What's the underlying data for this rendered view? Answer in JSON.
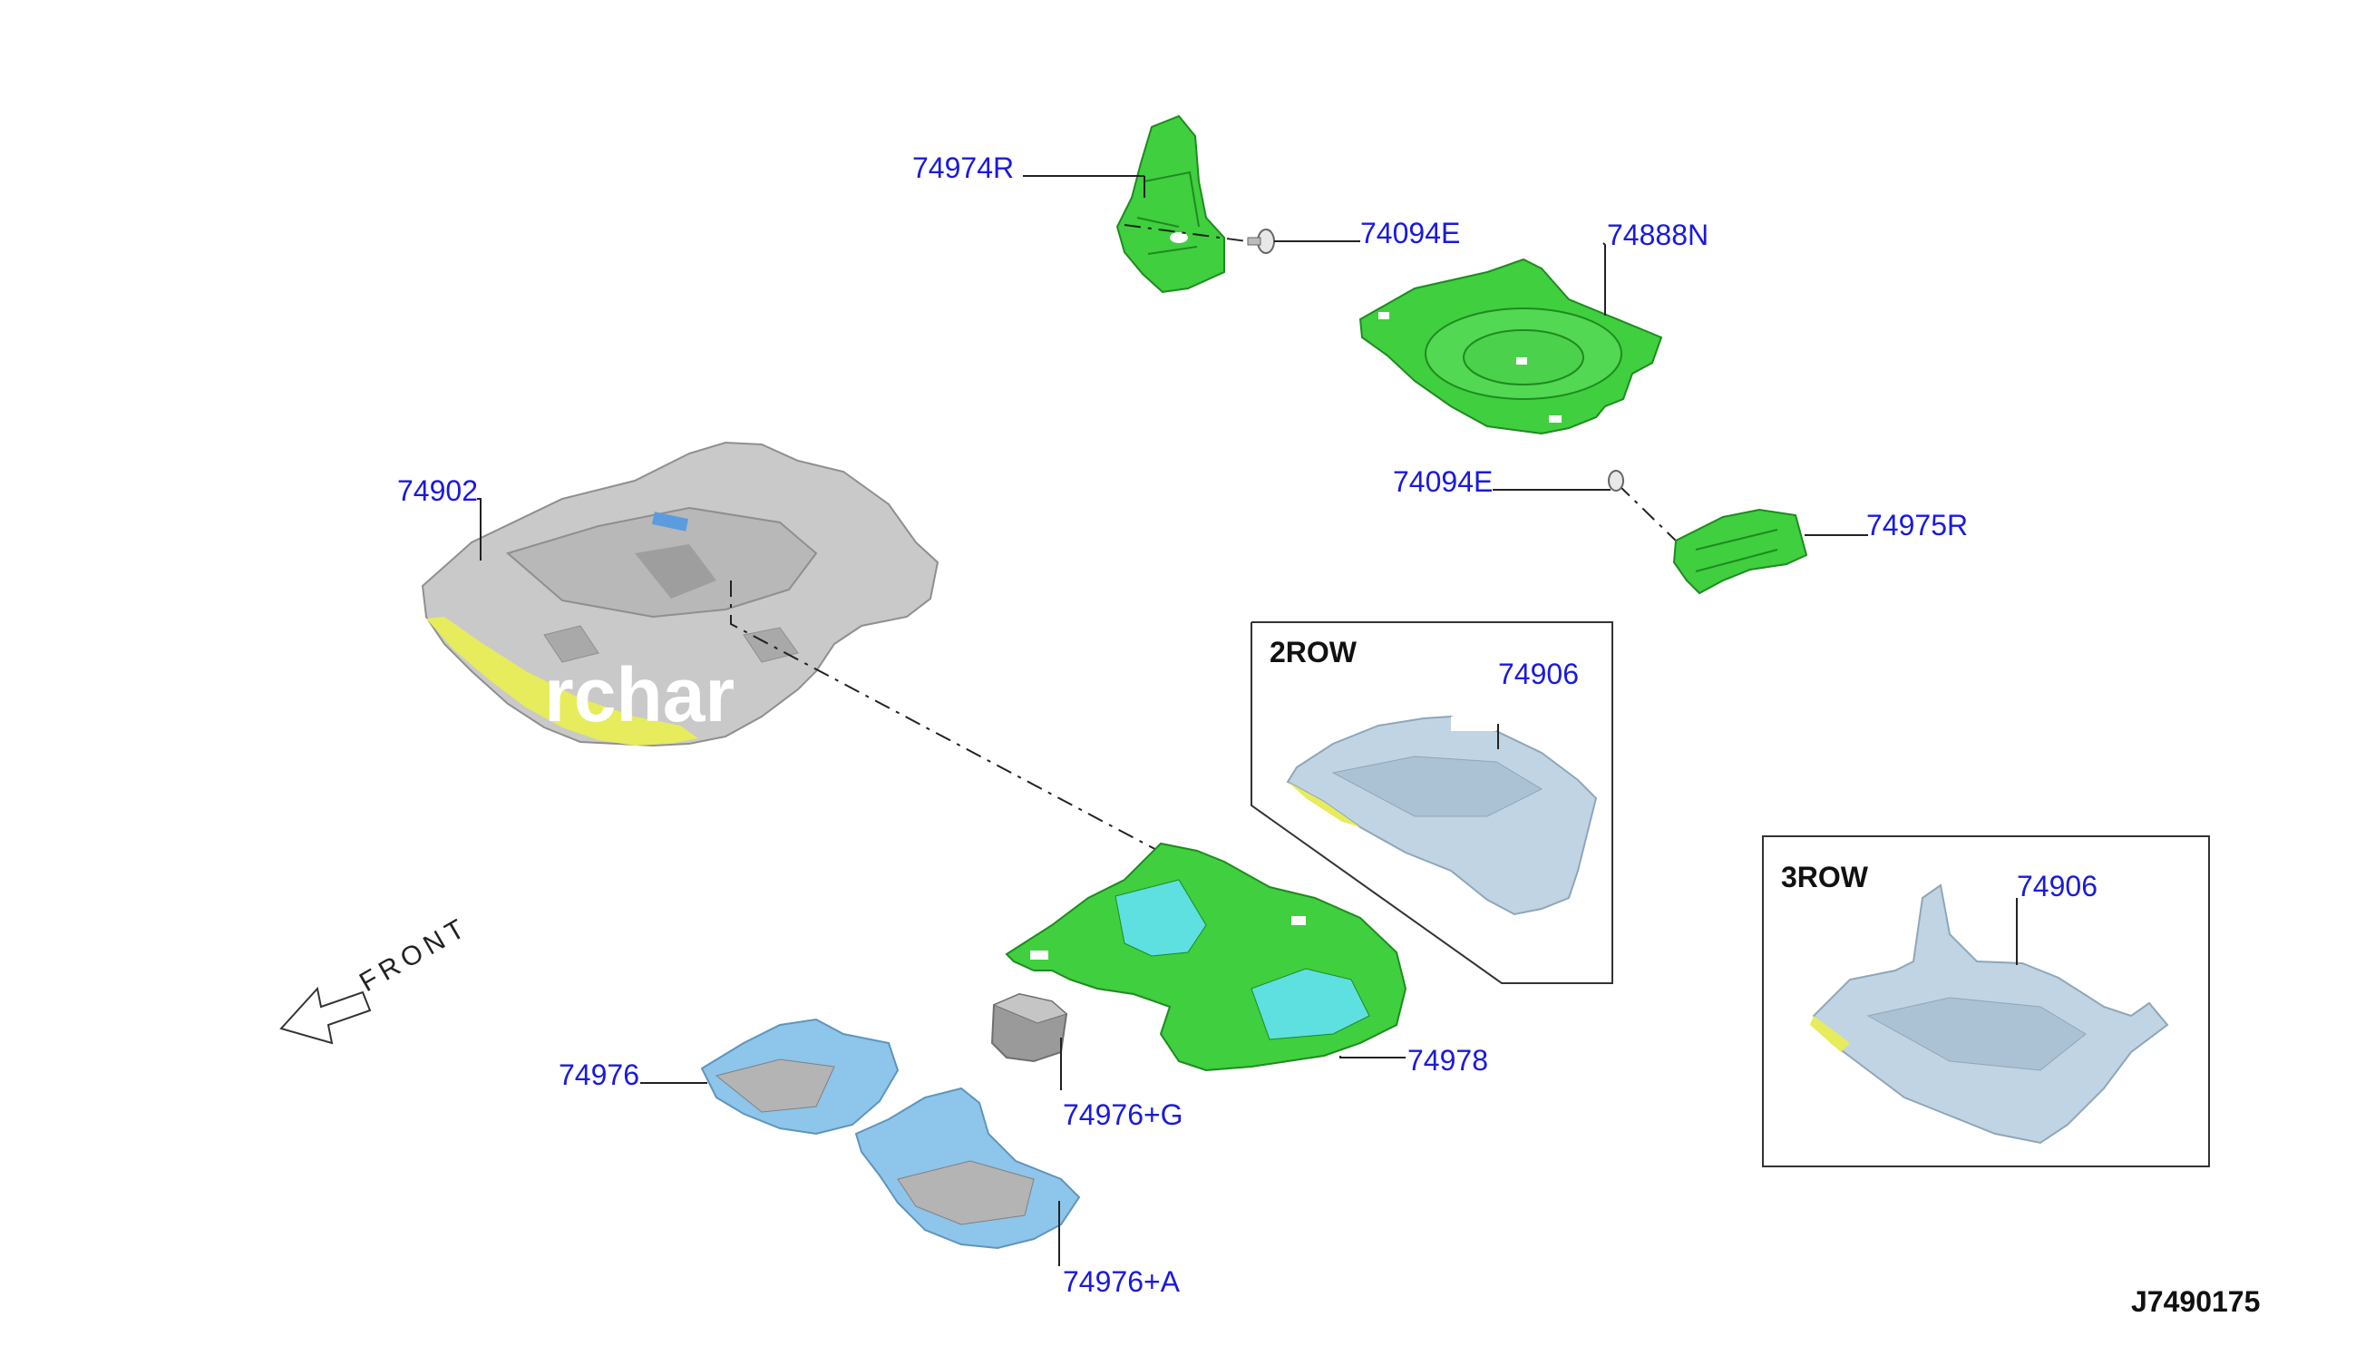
{
  "diagram": {
    "figure_id": "J7490175",
    "front_label": "FRONT",
    "watermark": "rchar",
    "colors": {
      "callout": "#1a1adb",
      "green_part": "#3fcf3f",
      "grey_part": "#c9c9c9",
      "blue_part": "#8ec5ea",
      "cyan_part": "#5ee0e0",
      "yellow_edge": "#e6ec5c"
    },
    "callouts": {
      "c74974R": "74974R",
      "c74094E_top": "74094E",
      "c74888N": "74888N",
      "c74902": "74902",
      "c74094E_mid": "74094E",
      "c74975R": "74975R",
      "c74906_2row": "74906",
      "c74906_3row": "74906",
      "c74976": "74976",
      "c74976G": "74976+G",
      "c74978": "74978",
      "c74976A": "74976+A"
    },
    "boxes": {
      "row2_title": "2ROW",
      "row3_title": "3ROW"
    }
  }
}
